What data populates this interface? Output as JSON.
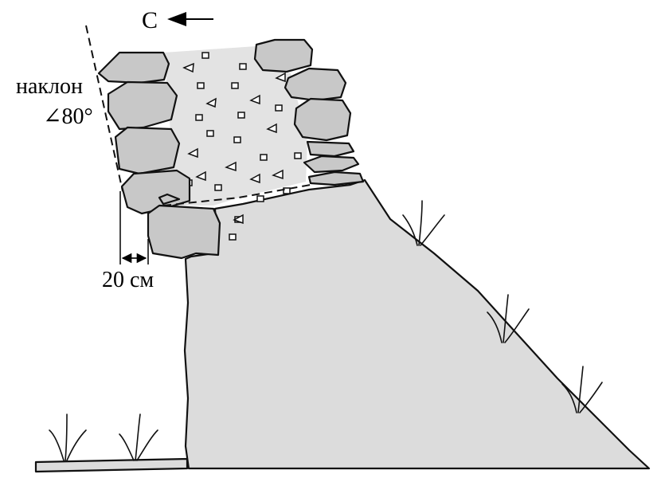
{
  "north_label": "С",
  "slope": {
    "label": "наклон",
    "angle": "∠80°"
  },
  "width_label": "20 см"
}
